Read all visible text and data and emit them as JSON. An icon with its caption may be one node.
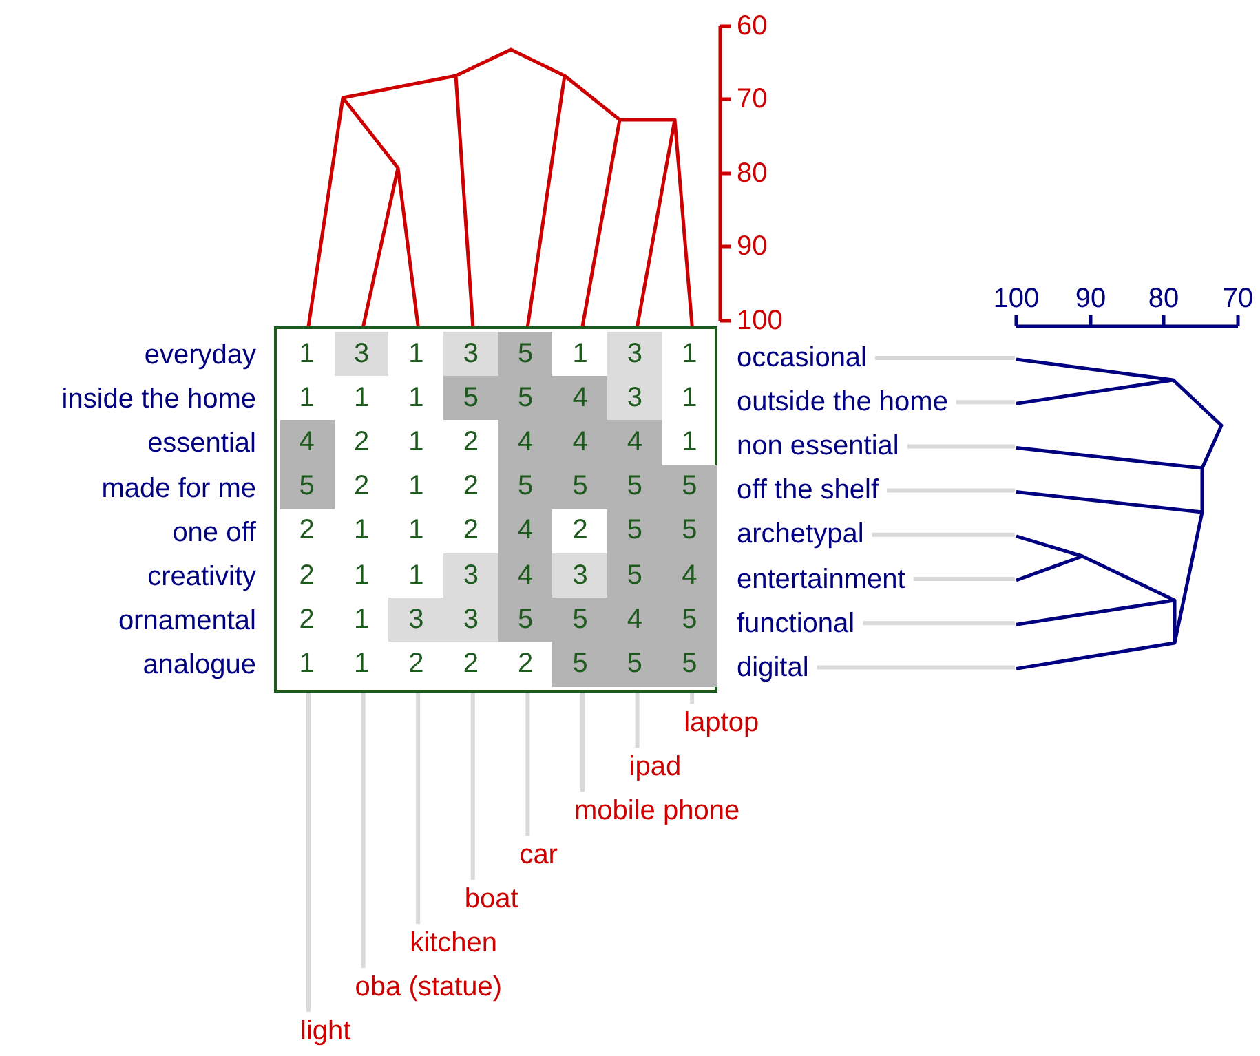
{
  "diagram": {
    "nodes": [
      {
        "text": [],
        "shape": "box"
      },
      {
        "text": [
          "light"
        ]
      },
      {
        "text": [
          "oba (statue)"
        ]
      },
      {
        "text": [
          "kitchen"
        ]
      },
      {
        "text": [
          "boat"
        ]
      },
      {
        "text": [
          "car"
        ]
      },
      {
        "text": [
          "mobile phone"
        ]
      },
      {
        "text": [
          "ipad"
        ]
      },
      {
        "text": [
          "laptop"
        ]
      },
      {
        "text": [
          "occasional"
        ]
      },
      {
        "text": [
          "outside the home"
        ]
      },
      {
        "text": [
          "non essential"
        ]
      },
      {
        "text": [
          "off the shelf"
        ]
      },
      {
        "text": [
          "archetypal"
        ]
      },
      {
        "text": [
          "entertainment"
        ]
      },
      {
        "text": [
          "functional"
        ]
      },
      {
        "text": [
          "digital"
        ]
      },
      {
        "text": [],
        "shape": "picture"
      }
    ],
    "edges": [
      {
        "from": 1,
        "to": 0,
        "arrow": "none"
      },
      {
        "from": 2,
        "to": 0,
        "arrow": "none"
      },
      {
        "from": 3,
        "to": 0,
        "arrow": "none"
      },
      {
        "from": 4,
        "to": 0,
        "arrow": "none"
      },
      {
        "from": 5,
        "to": 0,
        "arrow": "none"
      },
      {
        "from": 6,
        "to": 0,
        "arrow": "none"
      },
      {
        "from": 7,
        "to": 0,
        "arrow": "none"
      },
      {
        "from": 8,
        "to": 0,
        "arrow": "none"
      },
      {
        "from": 9,
        "to": 17,
        "arrow": "none"
      },
      {
        "from": 10,
        "to": 17,
        "arrow": "none"
      },
      {
        "from": 11,
        "to": 17,
        "arrow": "none"
      },
      {
        "from": 12,
        "to": 17,
        "arrow": "none"
      },
      {
        "from": 13,
        "to": 17,
        "arrow": "none"
      },
      {
        "from": 14,
        "to": 17,
        "arrow": "none"
      },
      {
        "from": 15,
        "to": 17,
        "arrow": "none"
      },
      {
        "from": 16,
        "to": 17,
        "arrow": "none"
      }
    ],
    "labels": [
      "60",
      "70",
      "80",
      "90",
      "100",
      "100",
      "90",
      "80",
      "70",
      "everyday",
      "1",
      "3",
      "1",
      "3",
      "5",
      "1",
      "3",
      "1",
      "inside the home",
      "1",
      "1",
      "1",
      "5",
      "5",
      "4",
      "3",
      "1",
      "essential",
      "4",
      "2",
      "1",
      "2",
      "4",
      "4",
      "4",
      "1",
      "made for me",
      "5",
      "2",
      "1",
      "2",
      "5",
      "5",
      "5",
      "5",
      "one off",
      "2",
      "1",
      "1",
      "2",
      "4",
      "2",
      "5",
      "5",
      "creativity",
      "2",
      "1",
      "1",
      "3",
      "4",
      "3",
      "5",
      "4",
      "ornamental",
      "2",
      "1",
      "3",
      "3",
      "5",
      "5",
      "4",
      "5",
      "analogue",
      "1",
      "1",
      "2",
      "2",
      "2",
      "5",
      "5",
      "5"
    ]
  }
}
